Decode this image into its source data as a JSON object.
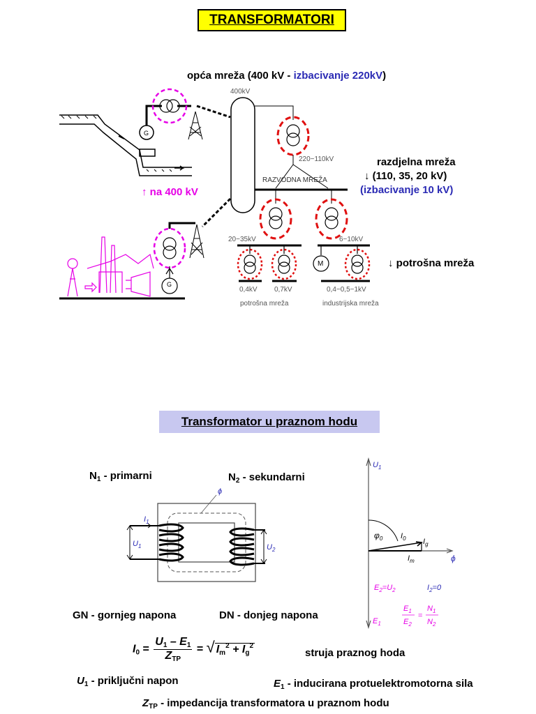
{
  "title": "TRANSFORMATORI",
  "network": {
    "opca_prefix": "opća mreža (400 kV - ",
    "opca_blue": "izbacivanje 220kV",
    "opca_suffix": ")",
    "na400": "↑ na 400 kV",
    "razdjelna1": "razdjelna mreža",
    "razdjelna2": "↓ (110, 35, 20 kV)",
    "razdjelna3": "(izbacivanje 10 kV)",
    "potrosna_right": "↓ potrošna mreža",
    "lbl_400": "400kV",
    "lbl_220_110": "220−110kV",
    "lbl_razvodna": "RAZVODNA MREŽA",
    "lbl_20_35": "20−35kV",
    "lbl_6_10": "6−10kV",
    "lbl_04": "0,4kV",
    "lbl_07": "0,7kV",
    "lbl_04_1": "0,4−0,5−1kV",
    "lbl_potrosna": "potrošna mreža",
    "lbl_industrijska": "industrijska mreža",
    "gen_g": "G",
    "motor_m": "M"
  },
  "subtitle": "Transformator u praznom hodu",
  "transformer": {
    "n1_sym": "N",
    "n1_sub": "1",
    "n1_text": " - primarni",
    "n2_sym": "N",
    "n2_sub": "2",
    "n2_text": " - sekundarni",
    "phi": "ϕ",
    "i1": "I",
    "i1_sub": "1",
    "u1": "U",
    "u1_sub": "1",
    "u2": "U",
    "u2_sub": "2",
    "gn": "GN - gornjeg napona",
    "dn": "DN - donjeg napona"
  },
  "phasor": {
    "u1": "U",
    "u1_sub": "1",
    "phi0": "φ",
    "phi0_sub": "0",
    "i0": "I",
    "i0_sub": "0",
    "ig": "I",
    "ig_sub": "g",
    "im": "I",
    "im_sub": "m",
    "phi": "ϕ",
    "e2u2": "E",
    "e2u2_sub": "2",
    "e2u2_mid": "=U",
    "e2u2_sub2": "2",
    "i2": "I",
    "i2_sub": "2",
    "i2_eq": "=0",
    "e1": "E",
    "e1_sub": "1",
    "ratio_e1": "E",
    "ratio_e2": "E",
    "ratio_n1": "N",
    "ratio_n2": "N",
    "ratio_s1": "1",
    "ratio_s2": "2",
    "eq": "="
  },
  "formula": {
    "i0": "I",
    "i0_sub": "0",
    "eq": " = ",
    "num": "U",
    "num_sub1": "1",
    "num_minus": " – E",
    "num_sub2": "1",
    "den": "Z",
    "den_sub": "TP",
    "eq2": " = ",
    "sqrt_i": "I",
    "sqrt_m": "m",
    "sqrt_2a": "2",
    "sqrt_plus": " + I",
    "sqrt_g": "g",
    "sqrt_2b": "2",
    "struja": "struja praznog hoda"
  },
  "legend": {
    "u1_sym": "U",
    "u1_sub": "1",
    "u1_text": " - priključni napon",
    "e1_sym": "E",
    "e1_sub": "1",
    "e1_text": " - inducirana protuelektromotorna sila",
    "ztp_sym": "Z",
    "ztp_sub": "TP",
    "ztp_text": " - impedancija transformatora u praznom hodu"
  },
  "colors": {
    "magenta": "#e600e6",
    "red": "#e01010",
    "blue": "#2a2ab4",
    "yellow": "#ffff00",
    "lavender": "#c8c8f0"
  }
}
